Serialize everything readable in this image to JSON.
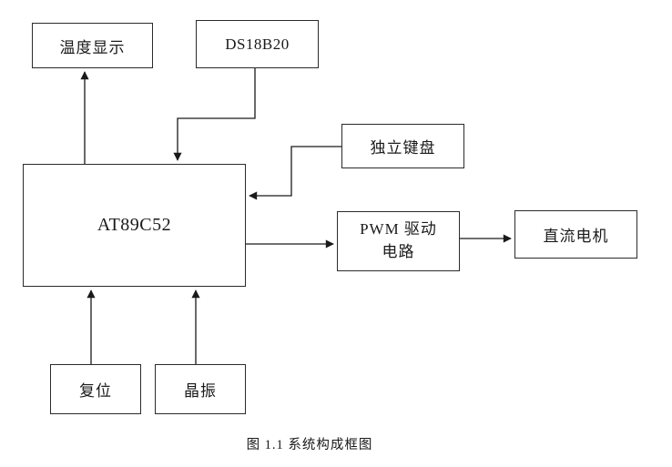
{
  "figure": {
    "caption": "图 1.1 系统构成框图",
    "blocks": {
      "temp_display": {
        "label": "温度显示"
      },
      "ds18b20": {
        "label": "DS18B20"
      },
      "keyboard": {
        "label": "独立键盘"
      },
      "mcu": {
        "label": "AT89C52"
      },
      "pwm": {
        "label": "PWM 驱动\n电路"
      },
      "motor": {
        "label": "直流电机"
      },
      "reset": {
        "label": "复位"
      },
      "crystal": {
        "label": "晶振"
      }
    },
    "connections": [
      {
        "from": "mcu",
        "to": "temp_display"
      },
      {
        "from": "ds18b20",
        "to": "mcu"
      },
      {
        "from": "keyboard",
        "to": "mcu"
      },
      {
        "from": "mcu",
        "to": "pwm"
      },
      {
        "from": "pwm",
        "to": "motor"
      },
      {
        "from": "reset",
        "to": "mcu"
      },
      {
        "from": "crystal",
        "to": "mcu"
      }
    ],
    "colors": {
      "line": "#1a1a1a",
      "border": "#2b2b2b",
      "background": "#ffffff"
    }
  }
}
